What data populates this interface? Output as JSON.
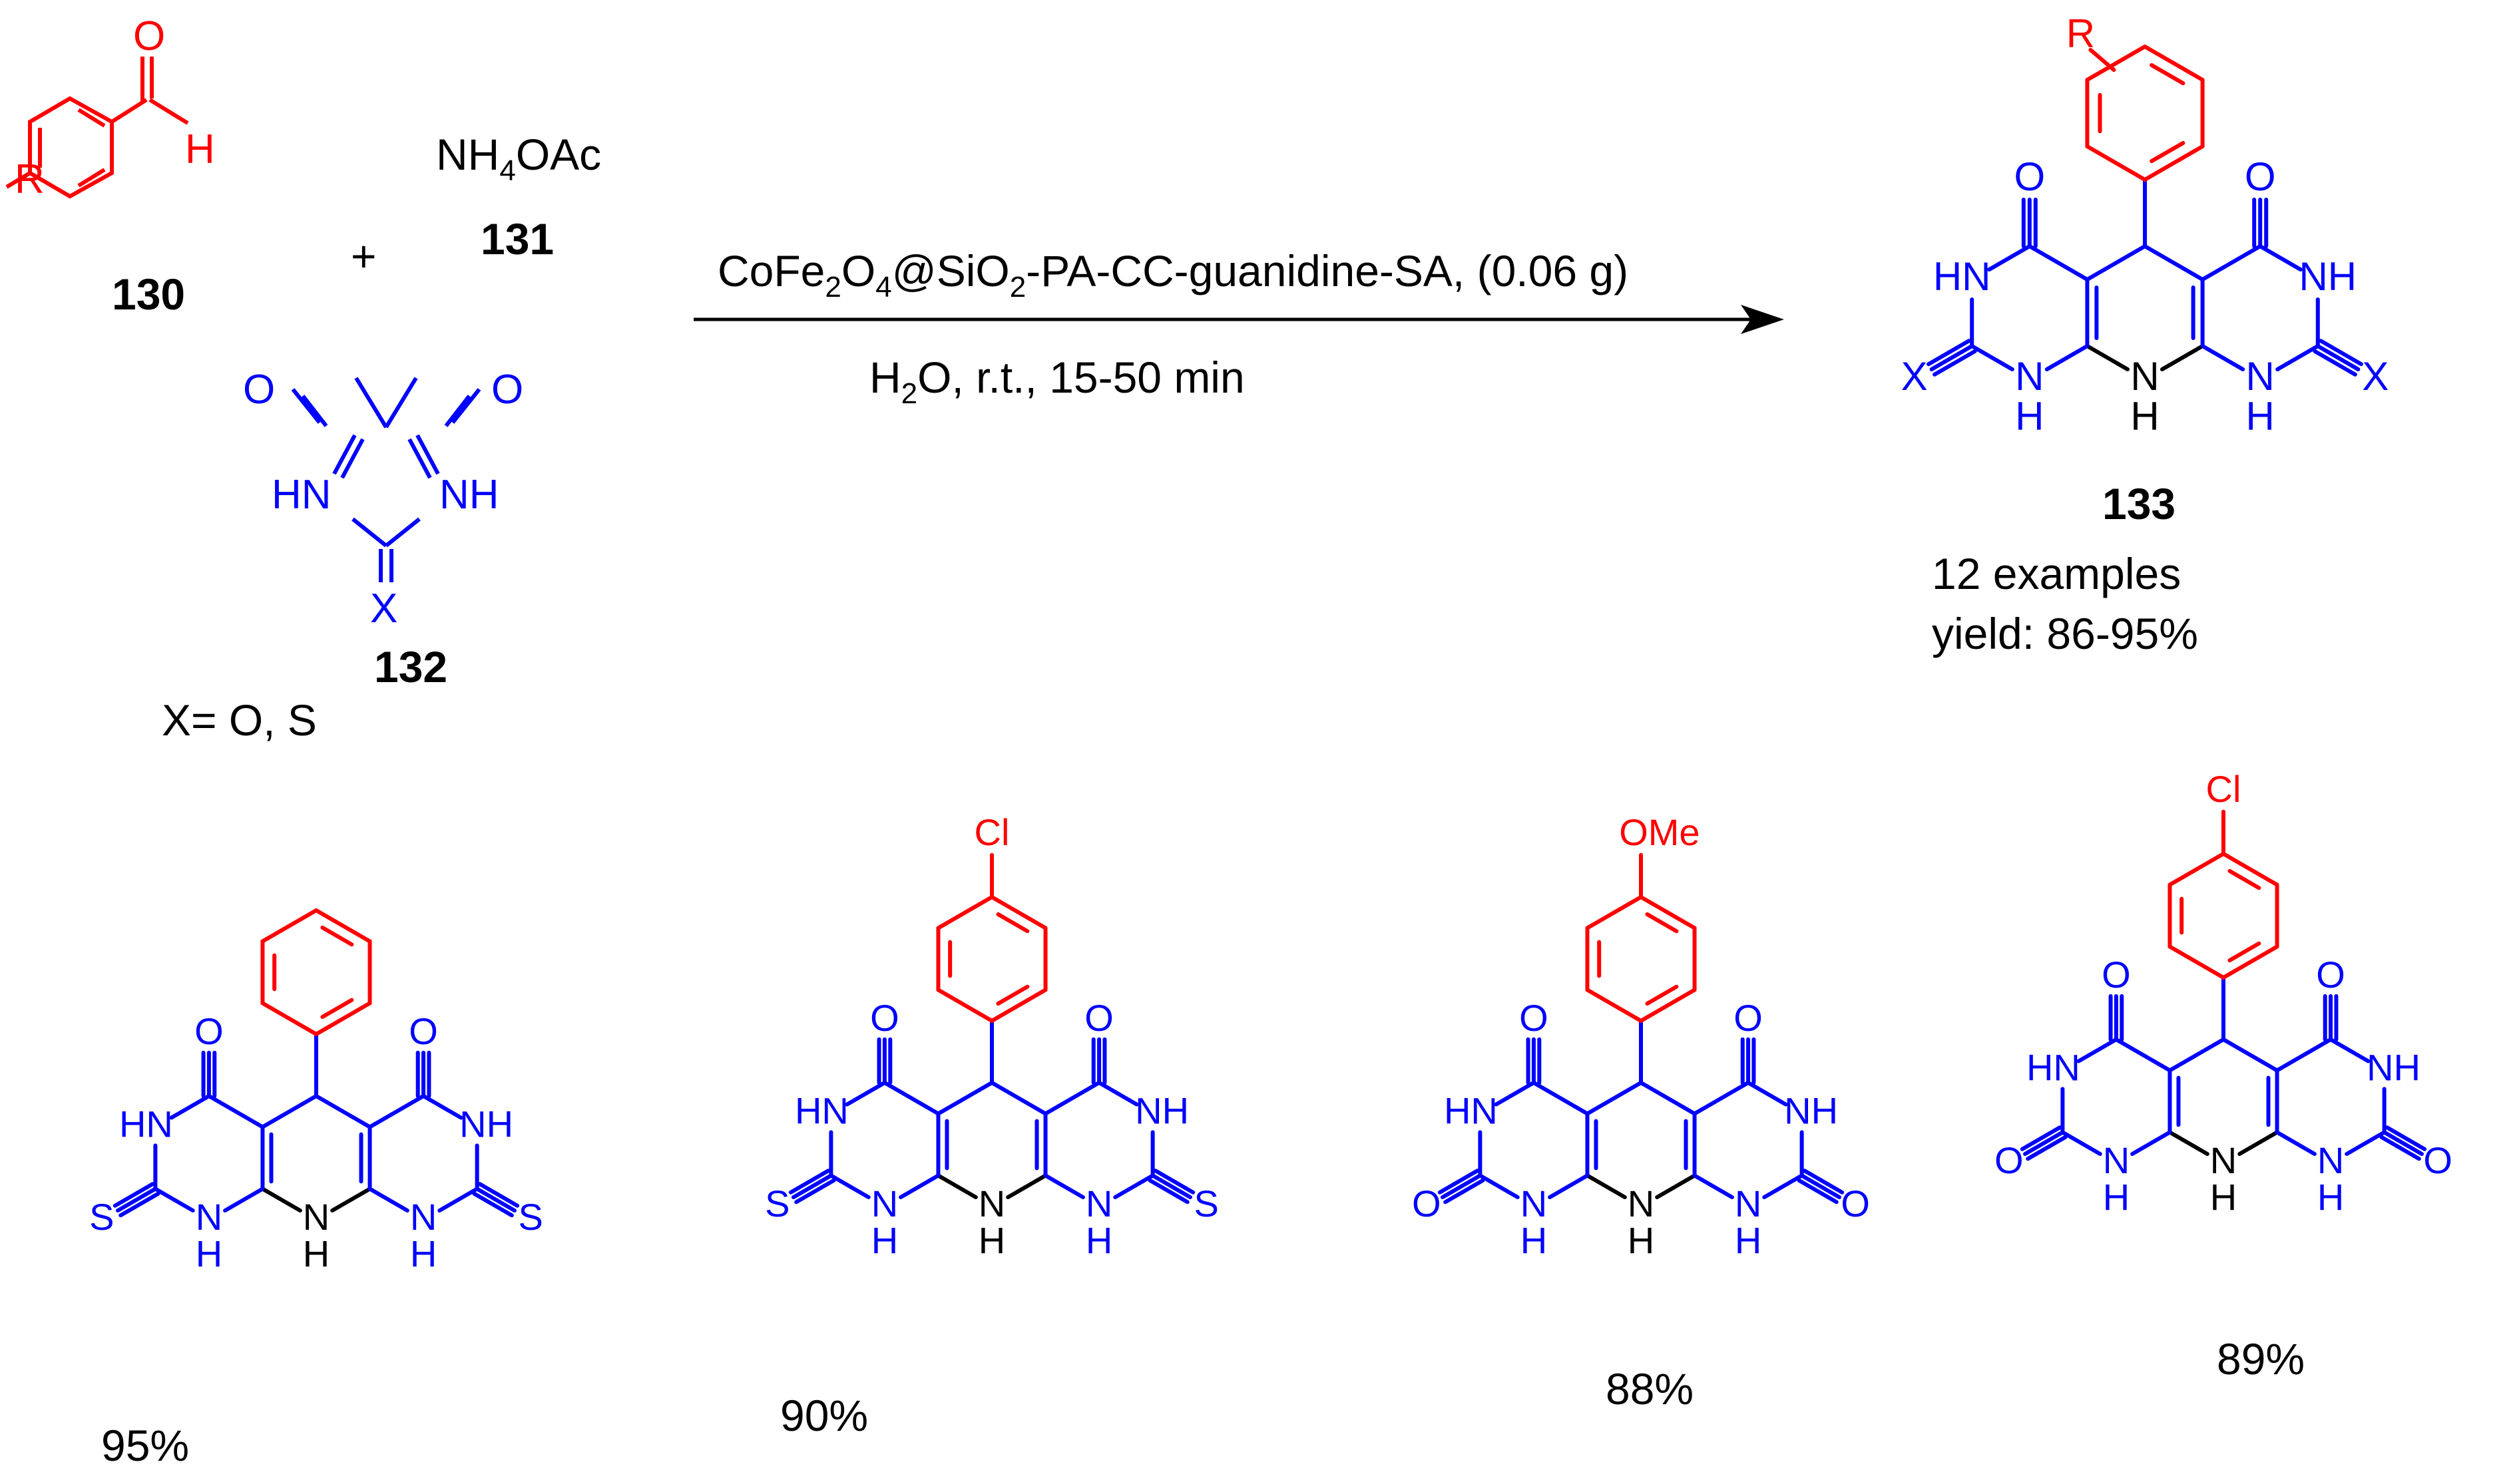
{
  "colors": {
    "aryl": "#ff0000",
    "core": "#0000ff",
    "plain": "#000000"
  },
  "atoms": {
    "oxygen": "O",
    "hydrogen": "H",
    "sulfur": "S",
    "x": "X",
    "r": "R",
    "nh": "NH",
    "hn": "HN",
    "n": "N",
    "cl": "Cl",
    "ome": "OMe"
  },
  "reaction": {
    "aldehyde": {
      "id": "130"
    },
    "plus": "+",
    "ammonium": {
      "formula_main": "NH",
      "formula_sub": "4",
      "formula_tail": "OAc",
      "id": "131"
    },
    "barbituric": {
      "id": "132"
    },
    "x_note": "X= O, S",
    "conditions": {
      "catalyst_parts": [
        "CoFe",
        "2",
        "O",
        "4",
        "@SiO",
        "2",
        "-PA-CC-guanidine-SA, (0.06 g)"
      ],
      "solvent_parts": [
        "H",
        "2",
        "O, r.t., 15-50 min"
      ]
    },
    "product": {
      "id": "133",
      "examples": "12 examples",
      "yield": "yield: 86-95%"
    }
  },
  "examples": [
    {
      "substituent": "",
      "x": "S",
      "yield": "95%"
    },
    {
      "substituent": "Cl",
      "x": "S",
      "yield": "90%"
    },
    {
      "substituent": "OMe",
      "x": "O",
      "yield": "88%"
    },
    {
      "substituent": "Cl",
      "x": "O",
      "yield": "89%"
    }
  ]
}
